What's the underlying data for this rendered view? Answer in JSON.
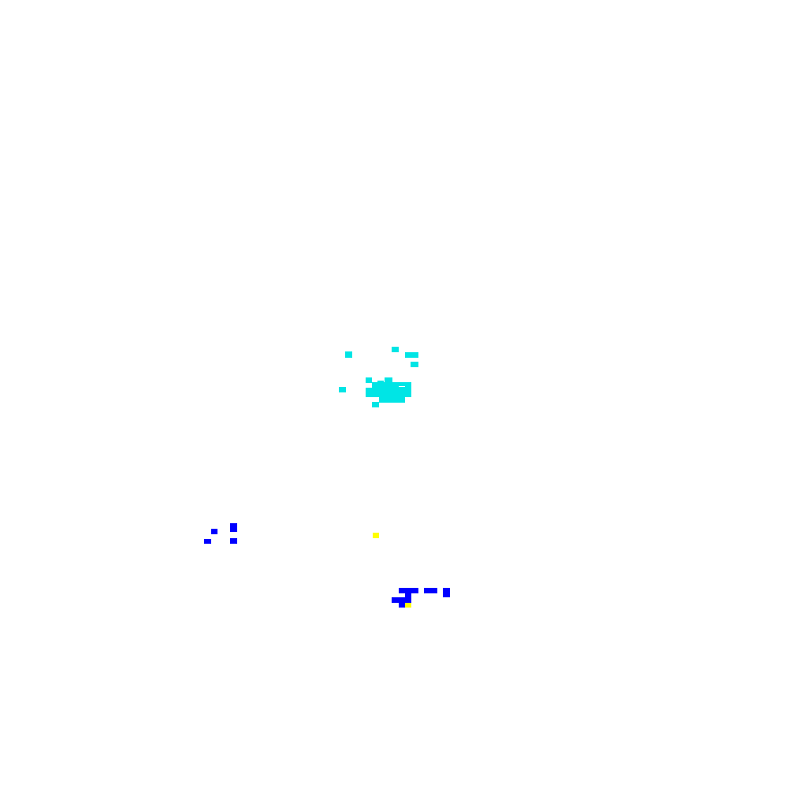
{
  "background": "#ffffff",
  "palette": {
    "cyan": "#00e5e5",
    "blue": "#0000ff",
    "yellow": "#ffff00"
  },
  "groups": [
    {
      "name": "cyan-cluster",
      "color_key": "cyan",
      "pieces": 20
    },
    {
      "name": "blue-cluster-left",
      "color_key": "blue",
      "pieces": 5
    },
    {
      "name": "blue-cluster-bottom",
      "color_key": "blue",
      "pieces": 9
    },
    {
      "name": "yellow-cells",
      "color_key": "yellow",
      "pieces": 2
    }
  ]
}
